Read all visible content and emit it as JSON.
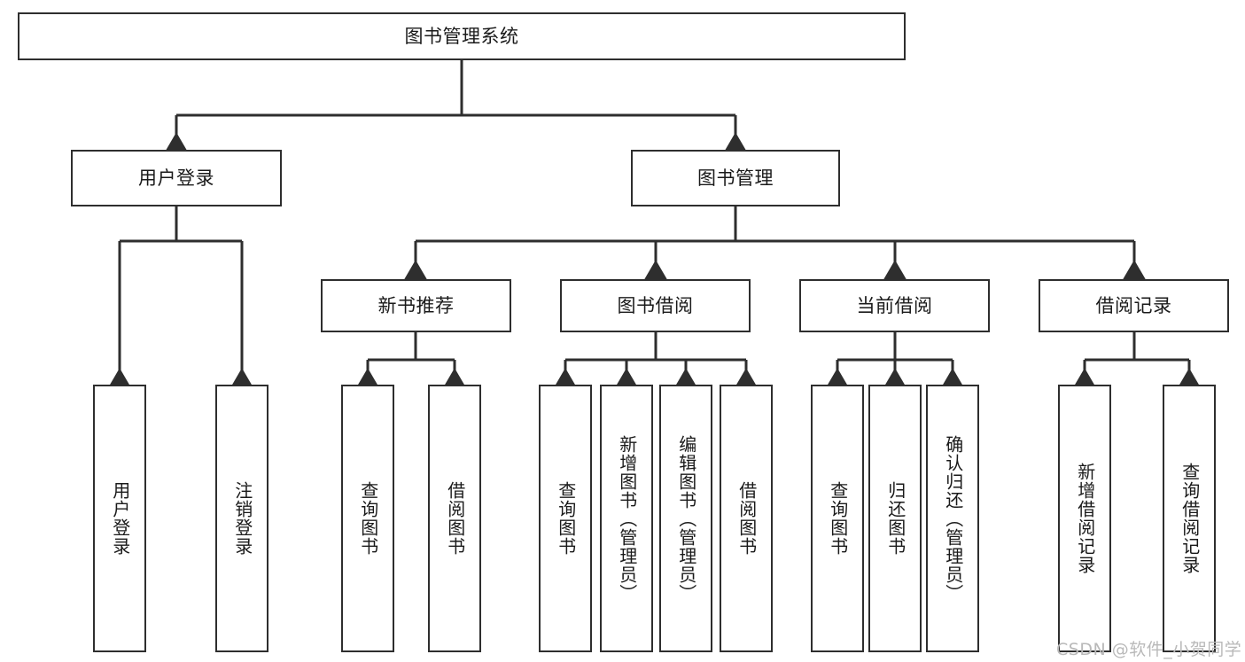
{
  "diagram": {
    "title": "图书管理系统",
    "watermark": "CSDN @软件_小贺同学",
    "colors": {
      "stroke": "#2e2e2e",
      "fill": "#ffffff",
      "text": "#1a1a1a",
      "watermark": "#b9b9b9"
    },
    "levels": {
      "root": {
        "label": "图书管理系统"
      },
      "level2": [
        {
          "label": "用户登录"
        },
        {
          "label": "图书管理"
        }
      ],
      "level3": [
        {
          "label": "新书推荐"
        },
        {
          "label": "图书借阅"
        },
        {
          "label": "当前借阅"
        },
        {
          "label": "借阅记录"
        }
      ],
      "leaves_user_login": [
        {
          "label": "用户登录"
        },
        {
          "label": "注销登录"
        }
      ],
      "leaves_new_books": [
        {
          "label": "查询图书"
        },
        {
          "label": "借阅图书"
        }
      ],
      "leaves_borrow": [
        {
          "label": "查询图书"
        },
        {
          "label": "新增图书（管理员）"
        },
        {
          "label": "编辑图书（管理员）"
        },
        {
          "label": "借阅图书"
        }
      ],
      "leaves_current": [
        {
          "label": "查询图书"
        },
        {
          "label": "归还图书"
        },
        {
          "label": "确认归还（管理员）"
        }
      ],
      "leaves_records": [
        {
          "label": "新增借阅记录"
        },
        {
          "label": "查询借阅记录"
        }
      ]
    }
  }
}
